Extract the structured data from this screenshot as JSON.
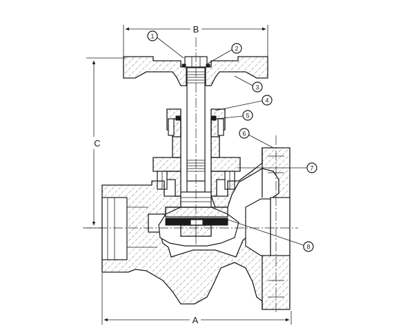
{
  "dimensions": {
    "width_label": "B",
    "height_label": "C",
    "length_label": "A"
  },
  "callouts": [
    {
      "number": "1"
    },
    {
      "number": "2"
    },
    {
      "number": "3"
    },
    {
      "number": "4"
    },
    {
      "number": "5"
    },
    {
      "number": "6"
    },
    {
      "number": "7"
    },
    {
      "number": "8"
    }
  ]
}
